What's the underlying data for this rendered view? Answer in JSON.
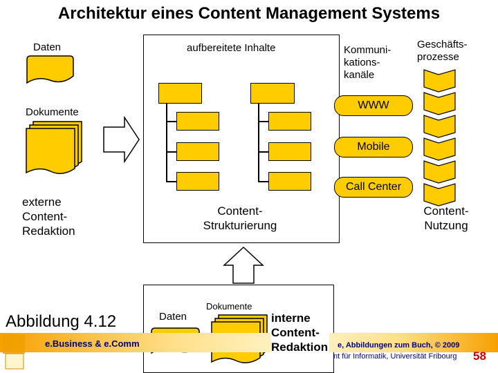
{
  "title": "Architektur eines Content Management Systems",
  "left": {
    "daten_label": "Daten",
    "dokumente_label": "Dokumente",
    "extern_lines": [
      "externe",
      "Content-",
      "Redaktion"
    ]
  },
  "center": {
    "heading": "aufbereitete Inhalte",
    "struktur_lines": [
      "Content-",
      "Strukturierung"
    ]
  },
  "right": {
    "kanaele_lines": [
      "Kommuni-",
      "kations-",
      "kanäle"
    ],
    "prozesse_lines": [
      "Geschäfts-",
      "prozesse"
    ],
    "channels": [
      "WWW",
      "Mobile",
      "Call Center"
    ],
    "nutzung_lines": [
      "Content-",
      "Nutzung"
    ]
  },
  "bottom": {
    "abbildung": "Abbildung 4.12",
    "daten_label": "Daten",
    "dokumente_label": "Dokumente",
    "intern_lines": [
      "interne",
      "Content-",
      "Redaktion"
    ]
  },
  "footer": {
    "left_text": "e.Business & e.Comm",
    "right_text": "e, Abbildungen zum Buch, © 2009",
    "right_text2": "nt für Informatik, Universität Fribourg",
    "page": "58"
  },
  "colors": {
    "accent": "#ffcc00",
    "footer_text": "#000080",
    "page_number": "#cc0000"
  }
}
